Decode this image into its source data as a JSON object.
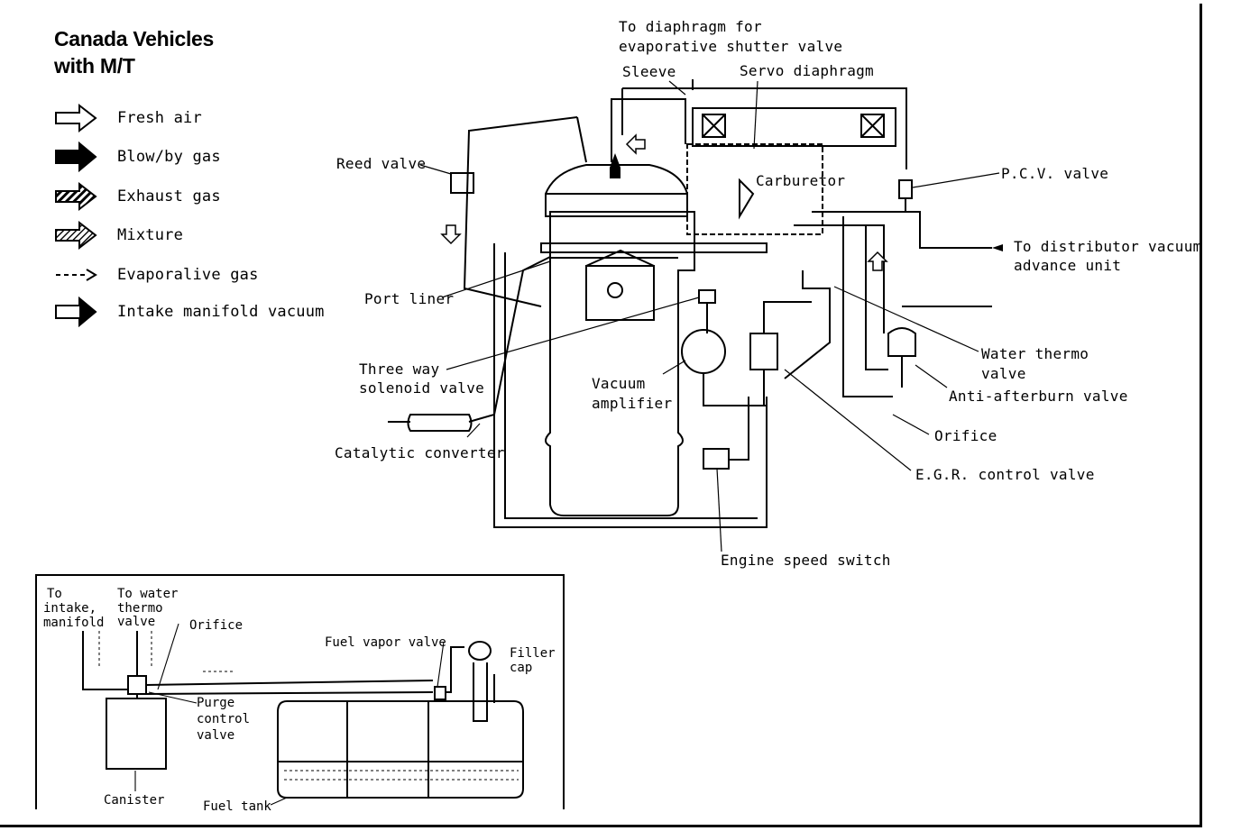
{
  "title": {
    "line1": "Canada Vehicles",
    "line2": "with M/T"
  },
  "legend": [
    {
      "icon": "fresh-air-arrow-icon",
      "label": "Fresh air"
    },
    {
      "icon": "blow-by-gas-arrow-icon",
      "label": "Blow/by gas"
    },
    {
      "icon": "exhaust-gas-arrow-icon",
      "label": "Exhaust gas"
    },
    {
      "icon": "mixture-arrow-icon",
      "label": "Mixture"
    },
    {
      "icon": "evaporative-gas-arrow-icon",
      "label": "Evaporalive gas"
    },
    {
      "icon": "intake-manifold-vacuum-arrow-icon",
      "label": "Intake manifold vacuum"
    }
  ],
  "labels": {
    "to_diaphragm_1": "To diaphragm for",
    "to_diaphragm_2": "evaporative shutter valve",
    "sleeve": "Sleeve",
    "servo_diaphragm": "Servo diaphragm",
    "reed_valve": "Reed valve",
    "carburetor": "Carburetor",
    "pcv_valve": "P.C.V. valve",
    "to_distributor_1": "To distributor vacuum",
    "to_distributor_2": "advance unit",
    "port_liner": "Port liner",
    "water_thermo_1": "Water thermo",
    "water_thermo_2": "valve",
    "three_way_1": "Three way",
    "three_way_2": "solenoid valve",
    "vacuum_amp_1": "Vacuum",
    "vacuum_amp_2": "amplifier",
    "anti_afterburn": "Anti-afterburn valve",
    "orifice": "Orifice",
    "catalytic": "Catalytic converter",
    "egr": "E.G.R. control valve",
    "engine_speed": "Engine speed switch"
  },
  "inset": {
    "to_intake_1": "To",
    "to_intake_2": "intake,",
    "to_intake_3": "manifold",
    "to_water_1": "To water",
    "to_water_2": "thermo",
    "to_water_3": "valve",
    "orifice": "Orifice",
    "fuel_vapor_valve": "Fuel vapor valve",
    "filler_cap_1": "Filler",
    "filler_cap_2": "cap",
    "purge_1": "Purge",
    "purge_2": "control",
    "purge_3": "valve",
    "canister": "Canister",
    "fuel_tank": "Fuel tank"
  }
}
